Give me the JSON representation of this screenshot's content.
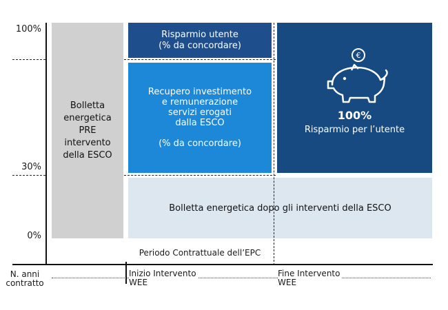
{
  "y_axis": {
    "label_100": "100%",
    "label_30": "30%",
    "label_0": "0%"
  },
  "blocks": {
    "pre_bill": "Bolletta\nenergetica\nPRE\nintervento\ndella ESCO",
    "user_savings_small": "Risparmio utente\n(% da concordare)",
    "investment_recovery": "Recupero investimento\ne remunerazione\nservizi erogati\ndalla ESCO\n\n(% da concordare)",
    "full_savings_pct": "100%",
    "full_savings_label": "Risparmio per l’utente",
    "post_bill": "Bolletta energetica dopo gli interventi della ESCO"
  },
  "x_axis": {
    "period_label": "Periodo Contrattuale dell’EPC",
    "years_label": "N. anni\ncontratto",
    "start_label": "Inizio Intervento\nWEE",
    "end_label": "Fine Intervento\nWEE"
  },
  "icons": {
    "piggy": "piggy-bank-icon",
    "coin_symbol": "€"
  },
  "colors": {
    "gray": "#d0d0d0",
    "navy": "#1f4e8c",
    "blue": "#1e88d8",
    "dark_blue": "#184a82",
    "light_blue": "#dde7f0"
  }
}
